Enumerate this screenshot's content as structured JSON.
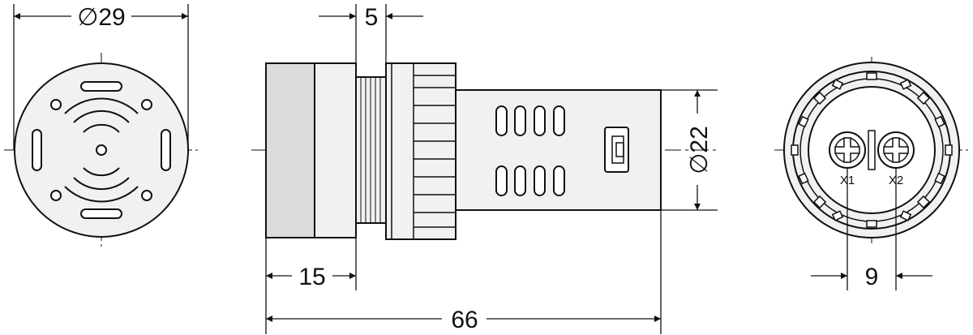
{
  "dimensions": {
    "diameter_front": "∅29",
    "flange_width": "5",
    "diameter_body": "∅22",
    "head_length": "15",
    "total_length": "66",
    "terminal_spacing": "9"
  },
  "terminals": {
    "x1": "X1",
    "x2": "X2"
  },
  "colors": {
    "line": "#111111",
    "body_fill": "#f1f1f1",
    "head_fill": "#dcdcdc"
  }
}
